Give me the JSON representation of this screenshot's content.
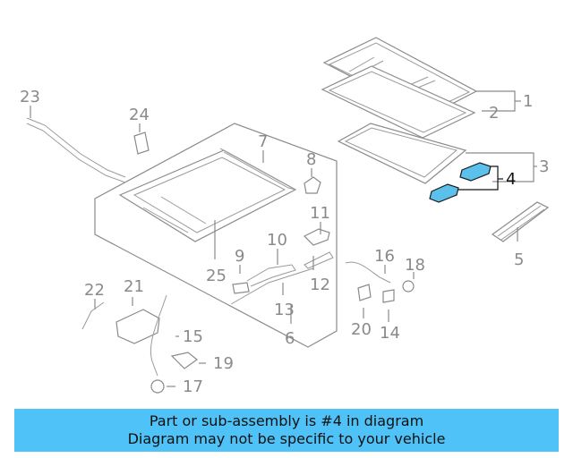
{
  "callouts": {
    "c1": "1",
    "c2": "2",
    "c3": "3",
    "c4": "4",
    "c5": "5",
    "c6": "6",
    "c7": "7",
    "c8": "8",
    "c9": "9",
    "c10": "10",
    "c11": "11",
    "c12": "12",
    "c13": "13",
    "c14": "14",
    "c15": "15",
    "c16": "16",
    "c17": "17",
    "c18": "18",
    "c19": "19",
    "c20": "20",
    "c21": "21",
    "c22": "22",
    "c23": "23",
    "c24": "24",
    "c25": "25"
  },
  "highlight_color": "#5bc0eb",
  "banner": {
    "color": "#4fc3f7",
    "line1": "Part or sub-assembly is #4 in diagram",
    "line2": "Diagram may not be specific to your vehicle"
  }
}
